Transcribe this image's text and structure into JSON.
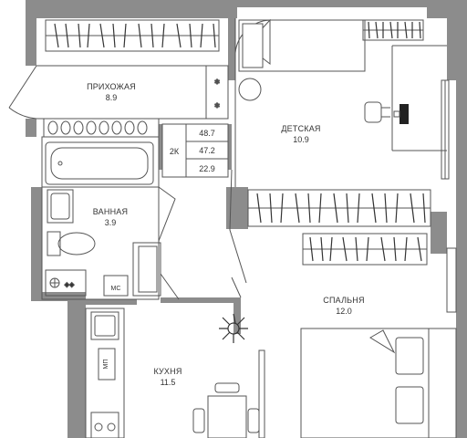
{
  "rooms": {
    "hallway": {
      "name": "ПРИХОЖАЯ",
      "area": "8.9"
    },
    "kids": {
      "name": "ДЕТСКАЯ",
      "area": "10.9"
    },
    "bath": {
      "name": "ВАННАЯ",
      "area": "3.9"
    },
    "bedroom": {
      "name": "СПАЛЬНЯ",
      "area": "12.0"
    },
    "kitchen": {
      "name": "КУХНЯ",
      "area": "11.5"
    }
  },
  "summary": {
    "type": "2К",
    "total": "48.7",
    "living": "47.2",
    "extra": "22.9"
  },
  "labels": {
    "mc": "МС",
    "mp": "МП"
  },
  "colors": {
    "wall": "#8c8c8c",
    "line": "#555555",
    "accent": "#e8e8e8"
  }
}
